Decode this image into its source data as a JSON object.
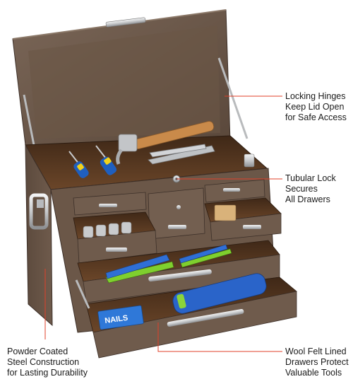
{
  "callouts": {
    "hinges": {
      "lines": [
        "Locking Hinges",
        "Keep Lid Open",
        "for Safe Access"
      ]
    },
    "lock": {
      "lines": [
        "Tubular Lock",
        "Secures",
        "All Drawers"
      ]
    },
    "wool": {
      "lines": [
        "Wool Felt Lined",
        "Drawers Protect",
        "Valuable Tools"
      ]
    },
    "powder": {
      "lines": [
        "Powder Coated",
        "Steel Construction",
        "for Lasting Durability"
      ]
    }
  },
  "package_label": "NAILS",
  "colors": {
    "case_brown": "#6e5a4c",
    "case_dark": "#4f3f34",
    "felt": "#5a3a22",
    "pointer_line": "#e0402a",
    "handle_silver": "#d6d8da"
  }
}
